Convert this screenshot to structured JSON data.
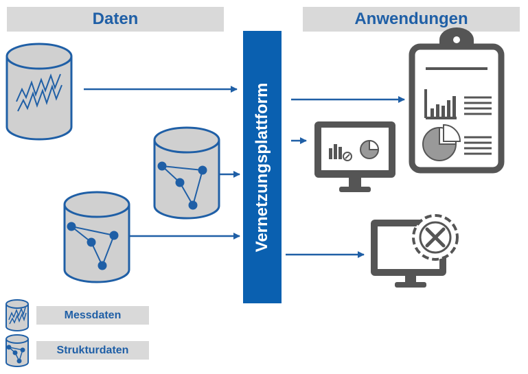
{
  "colors": {
    "accent": "#1f5fa6",
    "platform": "#0a60b0",
    "header_bg": "#d9d9d9",
    "cylinder": "#d0d0d0",
    "device": "#555555"
  },
  "headers": {
    "data": "Daten",
    "applications": "Anwendungen"
  },
  "platform": {
    "label": "Vernetzungsplattform"
  },
  "legend": {
    "measurement": "Messdaten",
    "structure": "Strukturdaten"
  },
  "icons": [
    "measurement-db-icon",
    "structure-db-icon",
    "report-clipboard-icon",
    "analytics-monitor-icon",
    "settings-monitor-icon"
  ]
}
